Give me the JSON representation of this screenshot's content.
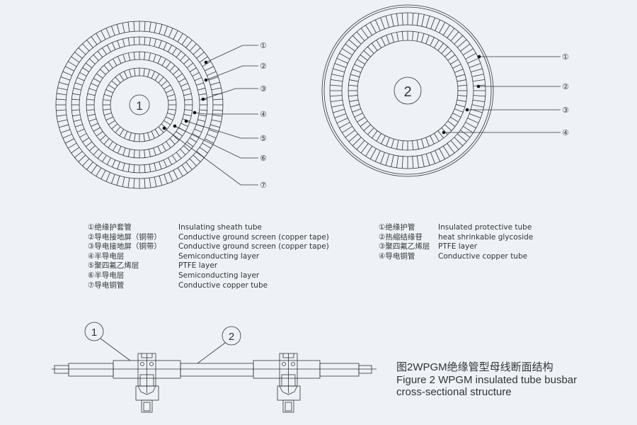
{
  "diagram1": {
    "center_label": "1",
    "callouts": [
      "①",
      "②",
      "③",
      "④",
      "⑤",
      "⑥",
      "⑦"
    ],
    "legend": [
      {
        "zh": "①绝缘护套管",
        "en": "Insulating sheath tube"
      },
      {
        "zh": "②导电接地屏（铜带）",
        "en": "Conductive ground screen (copper tape)"
      },
      {
        "zh": "③导电接地屏（铜带）",
        "en": "Conductive ground screen (copper tape)"
      },
      {
        "zh": "④半导电层",
        "en": "Semiconducting layer"
      },
      {
        "zh": "⑤聚四氟乙烯层",
        "en": "PTFE layer"
      },
      {
        "zh": "⑥半导电层",
        "en": "Semiconducting layer"
      },
      {
        "zh": "⑦导电铜管",
        "en": "Conductive copper tube"
      }
    ]
  },
  "diagram2": {
    "center_label": "2",
    "callouts": [
      "①",
      "②",
      "③",
      "④"
    ],
    "legend": [
      {
        "zh": "①绝缘护管",
        "en": "Insulated protective tube"
      },
      {
        "zh": "②热缩结缘苷",
        "en": "heat shrinkable glycoside"
      },
      {
        "zh": "③聚四氟乙烯层",
        "en": "PTFE layer"
      },
      {
        "zh": "④导电铜管",
        "en": "Conductive copper tube"
      }
    ]
  },
  "side_view": {
    "callouts": [
      "1",
      "2"
    ]
  },
  "caption": {
    "zh": "图2WPGM绝缘管型母线断面结构",
    "en_line1": "Figure 2 WPGM insulated tube busbar",
    "en_line2": "cross-sectional structure"
  },
  "colors": {
    "background": "#eef2f7",
    "line": "#333333"
  }
}
